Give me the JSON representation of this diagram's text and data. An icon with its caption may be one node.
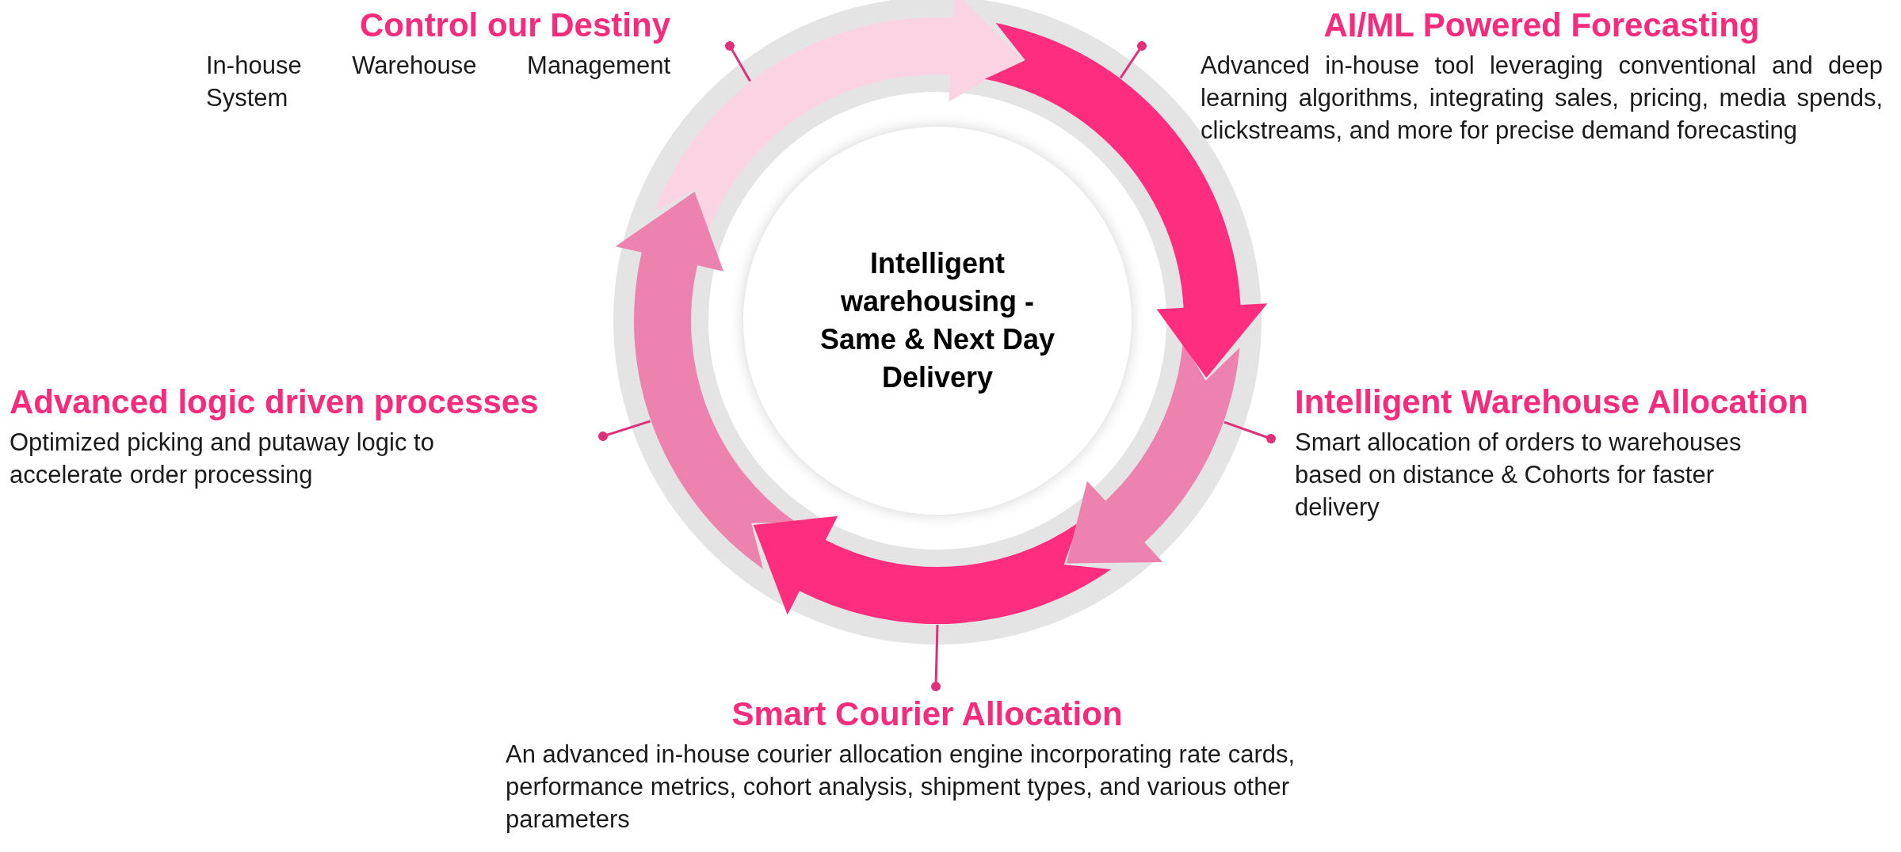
{
  "diagram": {
    "nodes": [
      {
        "text": [
          "Intelligent warehousing - Same & Next Day Delivery"
        ]
      },
      {
        "text": [
          "Control our Destiny",
          "In-house Warehouse Management System"
        ]
      },
      {
        "text": [
          "AI/ML Powered Forecasting",
          "Advanced in-house tool leveraging conventional and deep learning algorithms, integrating sales, pricing, media spends, clickstreams, and more for precise demand forecasting"
        ]
      },
      {
        "text": [
          "Advanced logic driven processes",
          "Optimized picking and putaway logic to accelerate order processing"
        ]
      },
      {
        "text": [
          "Intelligent Warehouse Allocation",
          "Smart allocation of orders to warehouses based on distance & Cohorts for faster delivery"
        ]
      },
      {
        "text": [
          "Smart Courier Allocation",
          "An advanced in-house courier allocation engine incorporating rate cards, performance metrics, cohort analysis, shipment types, and various other parameters"
        ]
      },
      {
        "text": [],
        "shape": "arrow"
      },
      {
        "text": [],
        "shape": "arrow"
      },
      {
        "text": [],
        "shape": "arrow"
      },
      {
        "text": [],
        "shape": "arrow"
      },
      {
        "text": [],
        "shape": "arrow"
      }
    ],
    "edges": [
      {
        "from": 1,
        "to": 6,
        "arrow": "other"
      },
      {
        "from": 2,
        "to": 7,
        "arrow": "other"
      },
      {
        "from": 3,
        "to": 8,
        "arrow": "other"
      },
      {
        "from": 4,
        "to": 9,
        "arrow": "other"
      },
      {
        "from": 5,
        "to": 10,
        "arrow": "other"
      }
    ]
  }
}
